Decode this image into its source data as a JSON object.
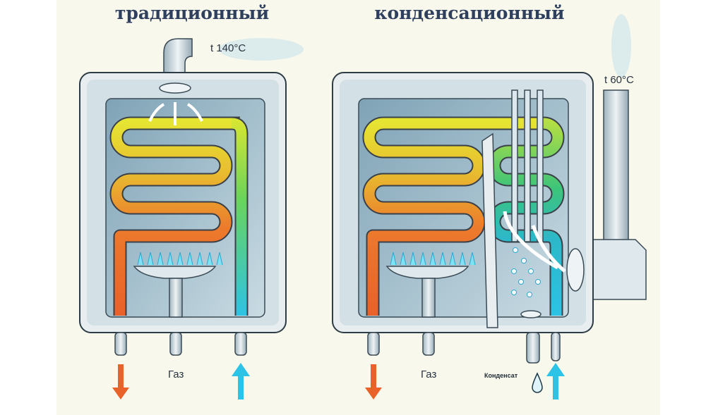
{
  "titles": {
    "traditional": "традиционный",
    "condensing": "конденсационный"
  },
  "traditional": {
    "flue_temp": "t 140°C",
    "gas_label": "Газ"
  },
  "condensing": {
    "flue_temp": "t 60°C",
    "gas_label": "Газ",
    "condensate_label": "Конденсат"
  },
  "colors": {
    "hot": "#e8622a",
    "warm": "#e6e22e",
    "cold": "#2cc3e6",
    "title": "#2f3f5e"
  }
}
